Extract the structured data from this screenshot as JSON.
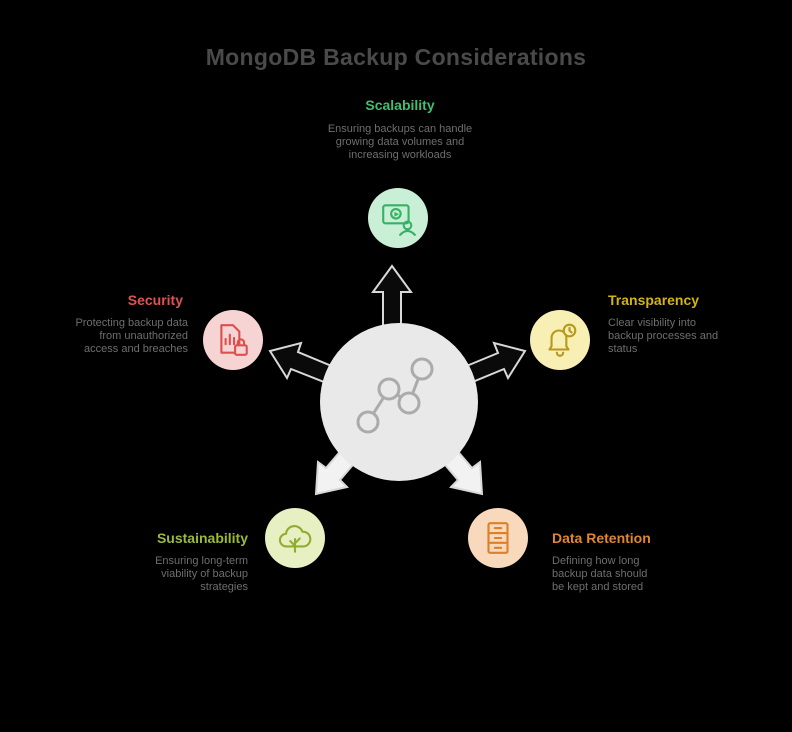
{
  "title": "MongoDB Backup Considerations",
  "hub": {
    "icon": "connected-data-points-icon",
    "circle_color": "#e9e9e9",
    "icon_color": "#ababab"
  },
  "nodes": [
    {
      "label": "Scalability",
      "position": "top",
      "label_color": "#3fbf6f",
      "circle_color": "#c9efd6",
      "icon": "video-player-user-icon",
      "desc": [
        "Ensuring backups can handle",
        "growing data volumes and",
        "increasing workloads"
      ]
    },
    {
      "label": "Security",
      "position": "left",
      "label_color": "#e05252",
      "circle_color": "#f6d4d4",
      "icon": "secure-document-lock-icon",
      "desc": [
        "Protecting backup data",
        "from unauthorized",
        "access and breaches"
      ]
    },
    {
      "label": "Transparency",
      "position": "right",
      "label_color": "#d2b414",
      "circle_color": "#f8efb4",
      "icon": "bell-clock-icon",
      "desc": [
        "Clear visibility into",
        "backup processes and",
        "status"
      ]
    },
    {
      "label": "Sustainability",
      "position": "bottom-left",
      "label_color": "#9cba3a",
      "circle_color": "#e6f0c2",
      "icon": "cloud-tree-icon",
      "desc": [
        "Ensuring long-term",
        "viability of backup",
        "strategies"
      ]
    },
    {
      "label": "Data Retention",
      "position": "bottom-right",
      "label_color": "#e0862f",
      "circle_color": "#f8d9bb",
      "icon": "filing-cabinet-icon",
      "desc": [
        "Defining how long",
        "backup data should",
        "be kept and stored"
      ]
    }
  ]
}
